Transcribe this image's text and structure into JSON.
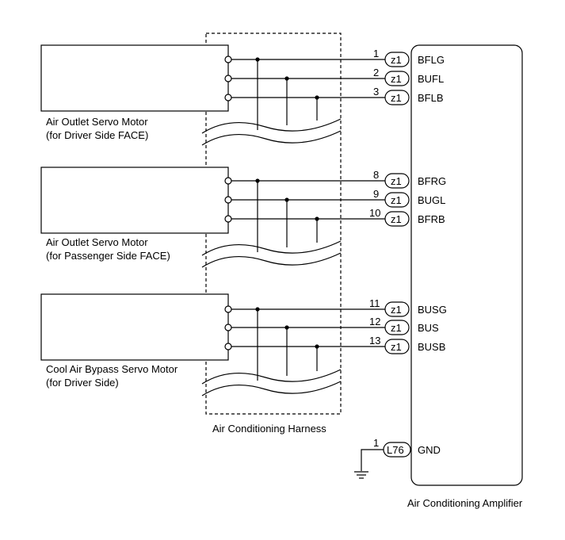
{
  "components": {
    "motor1": {
      "line1": "Air Outlet Servo Motor",
      "line2": "(for Driver Side FACE)"
    },
    "motor2": {
      "line1": "Air Outlet Servo Motor",
      "line2": "(for Passenger Side FACE)"
    },
    "motor3": {
      "line1": "Cool Air Bypass Servo Motor",
      "line2": "(for Driver Side)"
    },
    "harness_label": "Air Conditioning Harness",
    "amplifier_label": "Air Conditioning Amplifier"
  },
  "connections": [
    {
      "pin": "1",
      "connector": "z1",
      "signal": "BFLG"
    },
    {
      "pin": "2",
      "connector": "z1",
      "signal": "BUFL"
    },
    {
      "pin": "3",
      "connector": "z1",
      "signal": "BFLB"
    },
    {
      "pin": "8",
      "connector": "z1",
      "signal": "BFRG"
    },
    {
      "pin": "9",
      "connector": "z1",
      "signal": "BUGL"
    },
    {
      "pin": "10",
      "connector": "z1",
      "signal": "BFRB"
    },
    {
      "pin": "11",
      "connector": "z1",
      "signal": "BUSG"
    },
    {
      "pin": "12",
      "connector": "z1",
      "signal": "BUS"
    },
    {
      "pin": "13",
      "connector": "z1",
      "signal": "BUSB"
    }
  ],
  "ground": {
    "pin": "1",
    "connector": "L76",
    "signal": "GND"
  }
}
